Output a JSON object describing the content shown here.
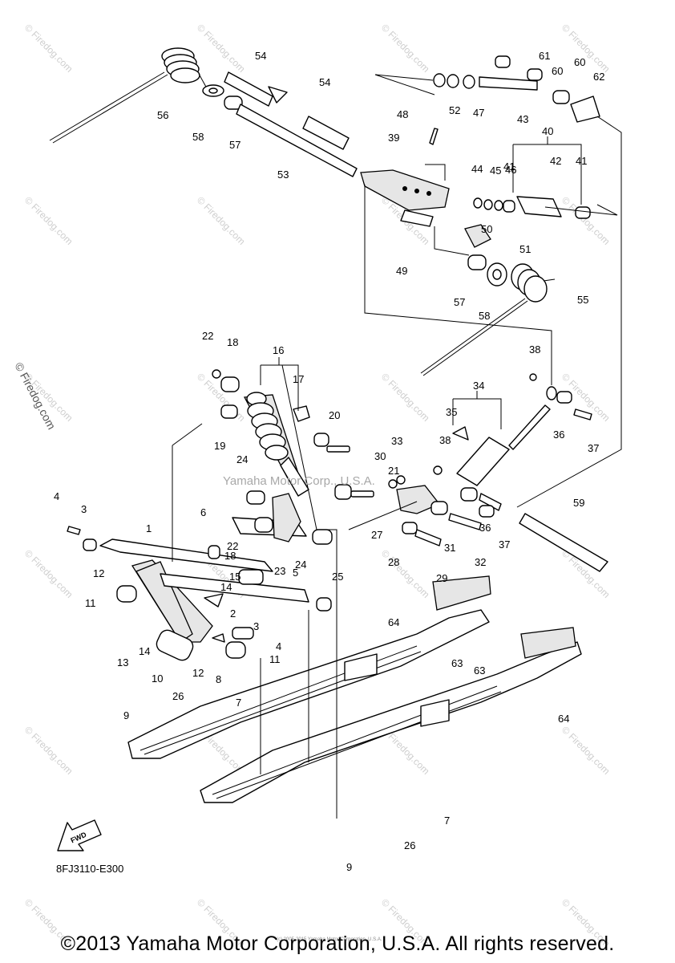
{
  "diagram": {
    "code": "8FJ3110-E300",
    "fwd_label": "FWD",
    "overlay_text": "Yamaha Motor Corp., U.S.A.",
    "watermark": "© Firedog.com",
    "watermark_vertical": "© Firedog.com",
    "fine_print": "(c) 2005-2015 Yamaha Motor Corporation, U.S.A.",
    "callouts": [
      "54",
      "54",
      "61",
      "60",
      "60",
      "62",
      "56",
      "58",
      "57",
      "52",
      "47",
      "43",
      "48",
      "53",
      "39",
      "44",
      "45",
      "46",
      "41",
      "42",
      "40",
      "41",
      "50",
      "51",
      "49",
      "57",
      "58",
      "55",
      "22",
      "18",
      "16",
      "17",
      "38",
      "34",
      "35",
      "20",
      "19",
      "33",
      "38",
      "30",
      "21",
      "24",
      "36",
      "37",
      "4",
      "3",
      "6",
      "22",
      "18",
      "23",
      "1",
      "24",
      "25",
      "5",
      "12",
      "15",
      "14",
      "11",
      "2",
      "3",
      "4",
      "11",
      "13",
      "14",
      "12",
      "8",
      "10",
      "7",
      "26",
      "9",
      "27",
      "28",
      "29",
      "31",
      "32",
      "36",
      "37",
      "59",
      "64",
      "63",
      "63",
      "64",
      "7",
      "26",
      "9"
    ]
  },
  "footer": {
    "copyright": "©2013 Yamaha Motor Corporation, U.S.A. All rights reserved."
  }
}
